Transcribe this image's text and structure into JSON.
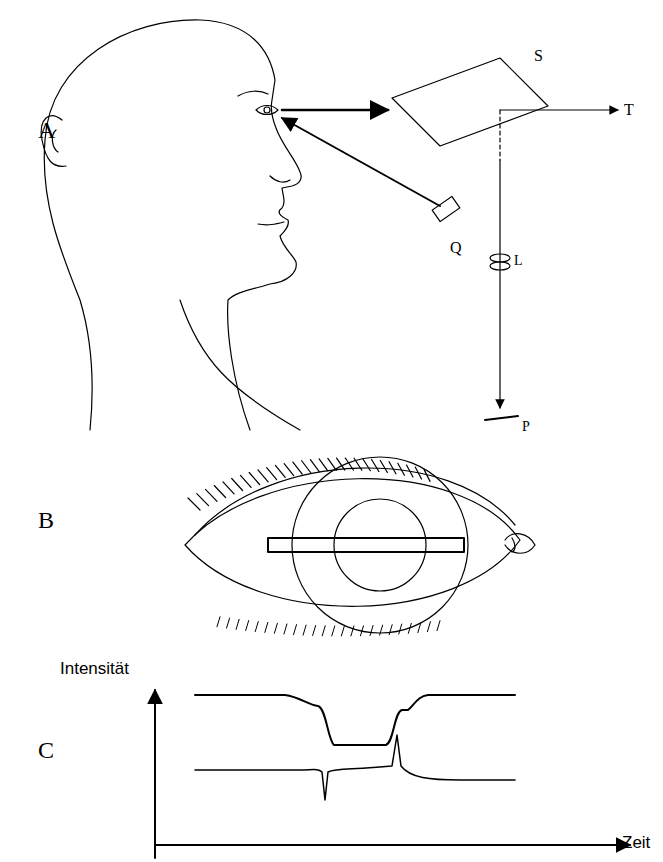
{
  "diagram": {
    "labels": [
      "A",
      "S",
      "T",
      "Q",
      "L",
      "P",
      "B",
      "Intensität",
      "C",
      "Zeit"
    ]
  }
}
